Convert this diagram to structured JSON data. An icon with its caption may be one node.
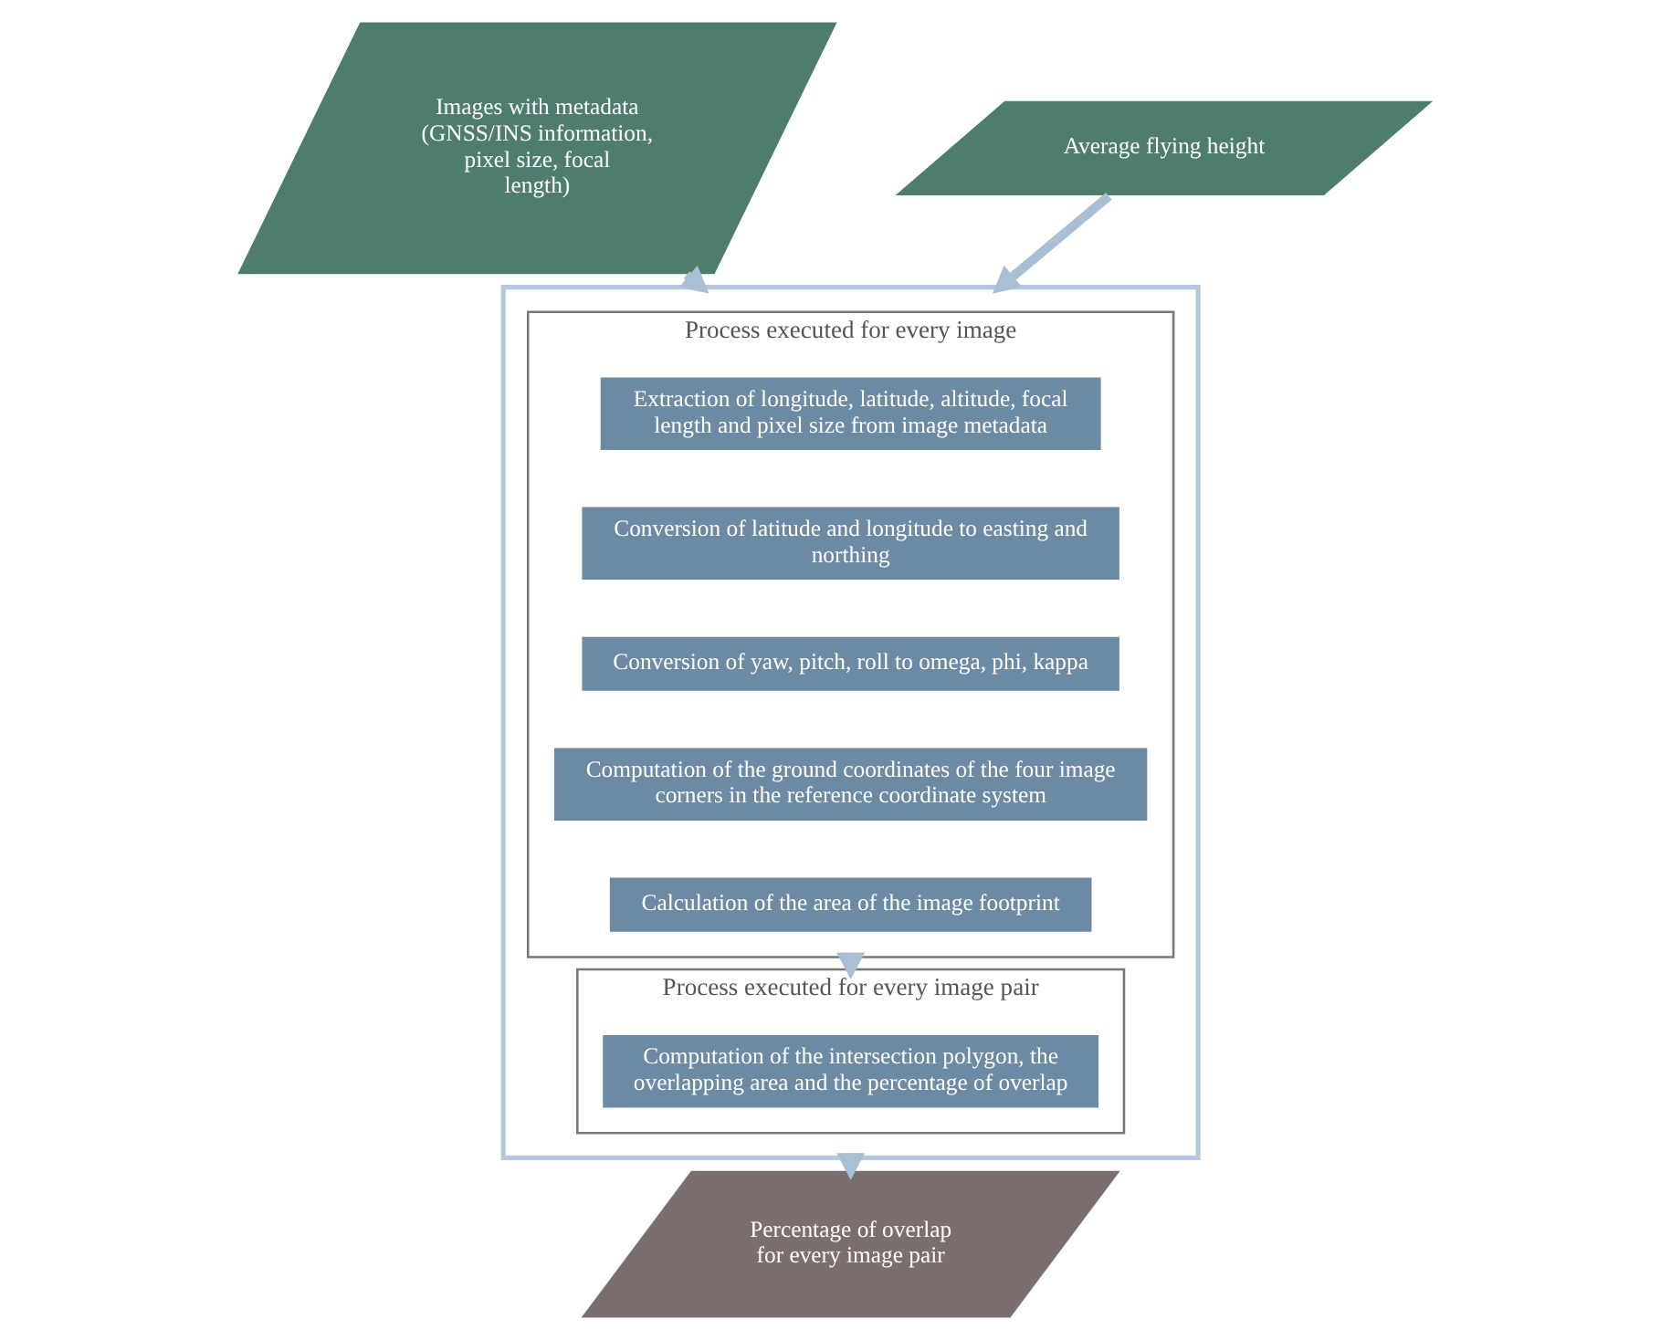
{
  "diagram": {
    "nodes": [
      {
        "text": [
          "Images with metadata (GNSS/INS information, pixel size, focal length)"
        ]
      },
      {
        "text": [
          "Average flying height"
        ]
      },
      {
        "text": [],
        "shape": "box"
      },
      {
        "text": [
          "Process executed for every image"
        ],
        "in": 2
      },
      {
        "text": [
          "Extraction of longitude, latitude, altitude, focal length and pixel size from image metadata"
        ],
        "in": 3
      },
      {
        "text": [
          "Conversion of latitude and longitude to easting and northing"
        ],
        "in": 3
      },
      {
        "text": [
          "Conversion of yaw, pitch, roll to omega, phi, kappa"
        ],
        "in": 3
      },
      {
        "text": [
          "Computation of the ground coordinates of the four image corners in the reference coordinate system"
        ],
        "in": 3
      },
      {
        "text": [
          "Calculation of the area of the image footprint"
        ],
        "in": 3
      },
      {
        "text": [
          "Process executed for every image pair"
        ],
        "in": 2
      },
      {
        "text": [
          "Computation of the intersection polygon, the overlapping area and the percentage of overlap"
        ],
        "in": 9
      },
      {
        "text": [
          "Percentage of overlap for every image pair"
        ]
      }
    ],
    "edges": [
      {
        "from": 0,
        "to": 2,
        "arrow": "to"
      },
      {
        "from": 1,
        "to": 2,
        "arrow": "to"
      },
      {
        "from": 3,
        "to": 9,
        "arrow": "to"
      },
      {
        "from": 2,
        "to": 11,
        "arrow": "to"
      }
    ]
  }
}
